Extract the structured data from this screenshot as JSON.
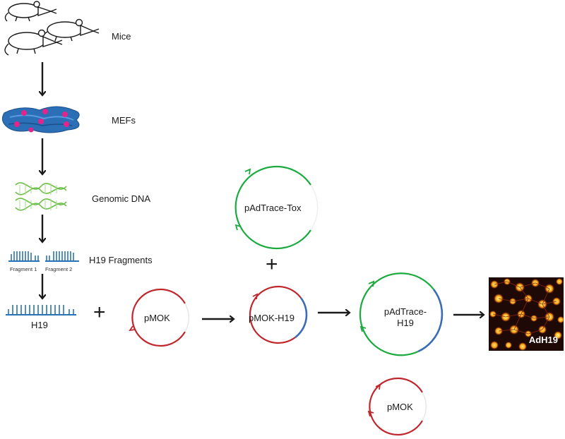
{
  "steps": {
    "mice": "Mice",
    "mefs": "MEFs",
    "genomic_dna": "Genomic DNA",
    "h19_fragments": "H19 Fragments",
    "fragment_1": "Fragment 1",
    "fragment_2": "Fragment 2",
    "h19": "H19"
  },
  "plasmids": {
    "pmok_1": "pMOK",
    "pmok_h19": "pMOK-H19",
    "padtrace_tox": "pAdTrace-Tox",
    "padtrace_h19_line1": "pAdTrace-",
    "padtrace_h19_line2": "H19",
    "pmok_2": "pMOK"
  },
  "operators": {
    "plus": "+"
  },
  "result": {
    "label": "AdH19"
  },
  "colors": {
    "red_plasmid": "#c0272d",
    "green_plasmid": "#1aab3f",
    "blue_insert": "#3a6bb5",
    "dna_blue": "#2a73b8",
    "mef_pink": "#e0268b",
    "arrow": "#1a1a1a"
  }
}
